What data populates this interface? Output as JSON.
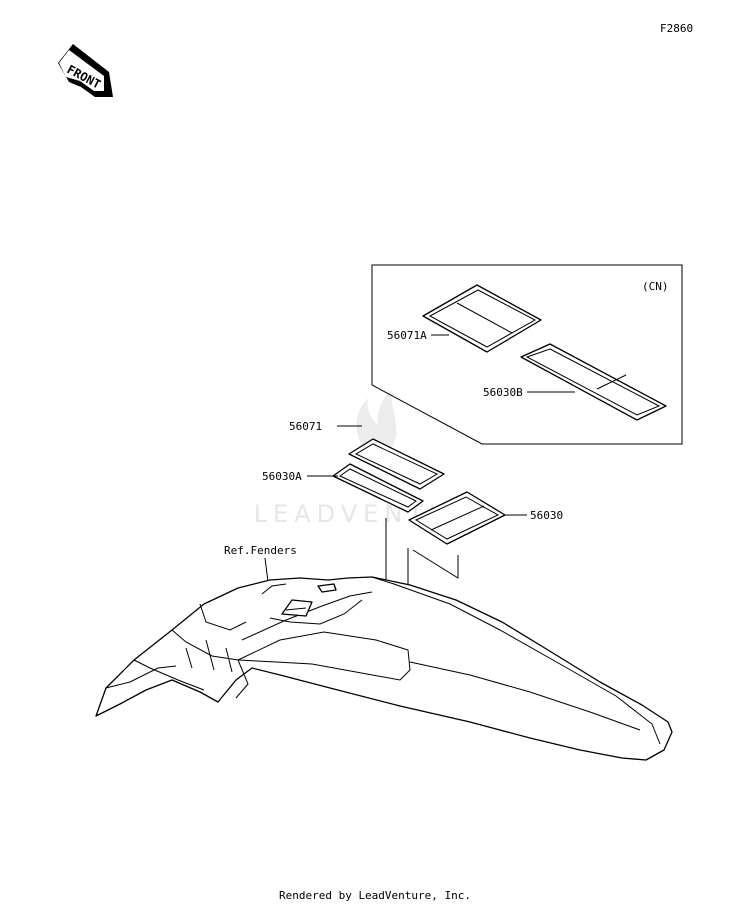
{
  "figure_code": "F2860",
  "front_badge": "FRONT",
  "region_label": "(CN)",
  "callouts": {
    "p56071A": "56071A",
    "p56030B": "56030B",
    "p56071": "56071",
    "p56030A": "56030A",
    "p56030": "56030",
    "ref_fenders": "Ref.Fenders"
  },
  "watermark": "LEADVENTURE",
  "footer": "Rendered by LeadVenture, Inc.",
  "colors": {
    "ink": "#000000",
    "background": "#ffffff",
    "watermark": "#e6e6e6"
  }
}
